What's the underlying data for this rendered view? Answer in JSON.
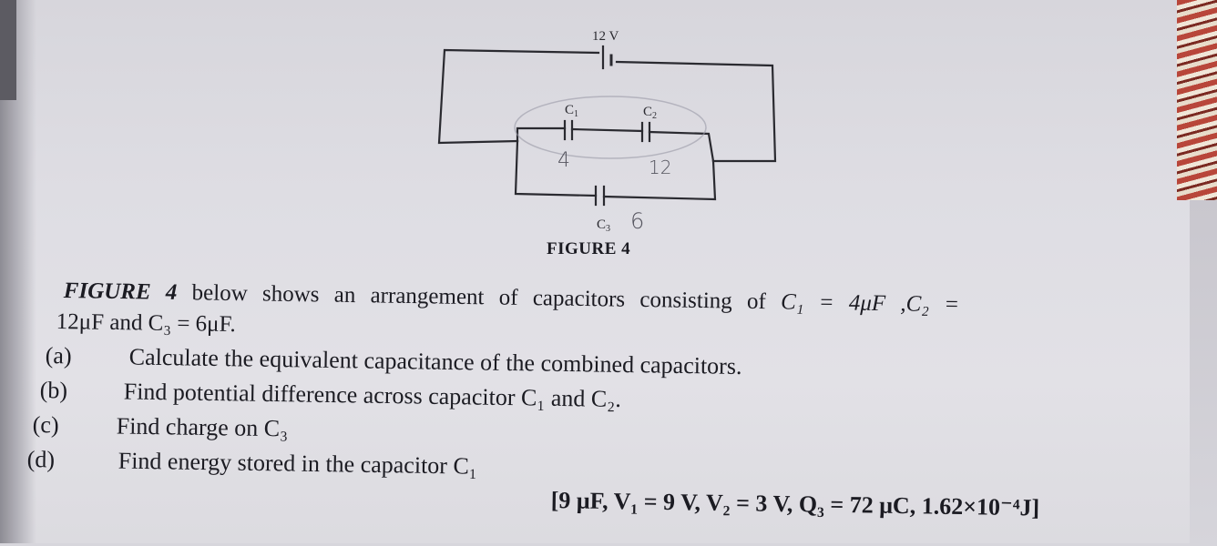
{
  "circuit": {
    "battery_label": "12 V",
    "c1_label": "C",
    "c1_sub": "1",
    "c2_label": "C",
    "c2_sub": "2",
    "c3_label": "C",
    "c3_sub": "3",
    "hand_c1": "4",
    "hand_c2": "12",
    "hand_c3": "6"
  },
  "figure_caption": "FIGURE 4",
  "question": {
    "intro_bold": "FIGURE 4",
    "intro_text": " below shows an arrangement of capacitors consisting of ",
    "c1_eq": "C₁ = 4μF ,C₂ =",
    "line2": "12μF and C₃ = 6μF.",
    "items": [
      {
        "label": "(a)",
        "text": "Calculate the equivalent capacitance of the combined capacitors."
      },
      {
        "label": "(b)",
        "text": "Find potential difference across capacitor C₁ and C₂."
      },
      {
        "label": "(c)",
        "text": "Find charge on C₃"
      },
      {
        "label": "(d)",
        "text": "Find energy stored in the capacitor C₁"
      }
    ]
  },
  "answer": "[9 μF, V₁ = 9 V, V₂ = 3 V, Q₃ = 72 μC, 1.62×10⁻⁴J]"
}
